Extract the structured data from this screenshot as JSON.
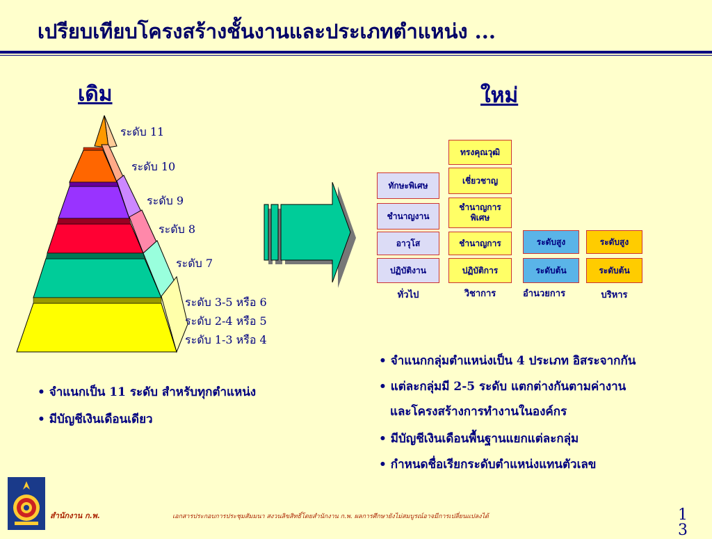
{
  "title": "เปรียบเทียบโครงสร้างชั้นงานและประเภทตำแหน่ง ...",
  "old": {
    "heading": "เดิม",
    "levels": [
      "ระดับ 11",
      "ระดับ 10",
      "ระดับ 9",
      "ระดับ 8",
      "ระดับ 7",
      "ระดับ 3-5 หรือ 6",
      "ระดับ 2-4 หรือ 5",
      "ระดับ 1-3 หรือ 4"
    ],
    "bullets": [
      "• จำแนกเป็น 11 ระดับ สำหรับทุกตำแหน่ง",
      "• มีบัญชีเงินเดือนเดียว"
    ]
  },
  "new": {
    "heading": "ใหม่",
    "general": {
      "label": "ทั่วไป",
      "items": [
        "ทักษะพิเศษ",
        "ชำนาญงาน",
        "อาวุโส",
        "ปฏิบัติงาน"
      ]
    },
    "academic": {
      "label": "วิชาการ",
      "items": [
        "ทรงคุณวุฒิ",
        "เชี่ยวชาญ",
        "ชำนาญการ",
        "พิเศษ",
        "ชำนาญการ",
        "ปฏิบัติการ"
      ]
    },
    "director": {
      "label": "อำนวยการ",
      "items": [
        "ระดับสูง",
        "ระดับต้น"
      ]
    },
    "executive": {
      "label": "บริหาร",
      "items": [
        "ระดับสูง",
        "ระดับต้น"
      ]
    },
    "bullets": [
      "• จำแนกกลุ่มตำแหน่งเป็น 4 ประเภท อิสระจากกัน",
      "• แต่ละกลุ่มมี 2-5 ระดับ แตกต่างกันตามค่างาน",
      "และโครงสร้างการทำงานในองค์กร",
      "• มีบัญชีเงินเดือนพื้นฐานแยกแต่ละกลุ่ม",
      "• กำหนดชื่อเรียกระดับตำแหน่งแทนตัวเลข"
    ]
  },
  "footer": {
    "office": "สำนักงาน ก.พ.",
    "note": "เอกสารประกอบการประชุมสัมมนา สงวนลิขสิทธิ์โดยสำนักงาน ก.พ. ผลการศึกษายังไม่สมบูรณ์อาจมีการเปลี่ยนแปลงได้",
    "page_top": "1",
    "page_bottom": "3"
  },
  "colors": {
    "background": "#ffffcc",
    "title": "#000066",
    "text": "#000080",
    "pyramid": [
      "#ff9900",
      "#ff6600",
      "#9933ff",
      "#ff0033",
      "#00cc99",
      "#ffff00"
    ],
    "arrow": "#00cc99",
    "box_general": "#dcdcf6",
    "box_academic": "#ffff66",
    "box_director": "#5ab4e8",
    "box_executive": "#ffcc00",
    "footer": "#aa2200"
  }
}
